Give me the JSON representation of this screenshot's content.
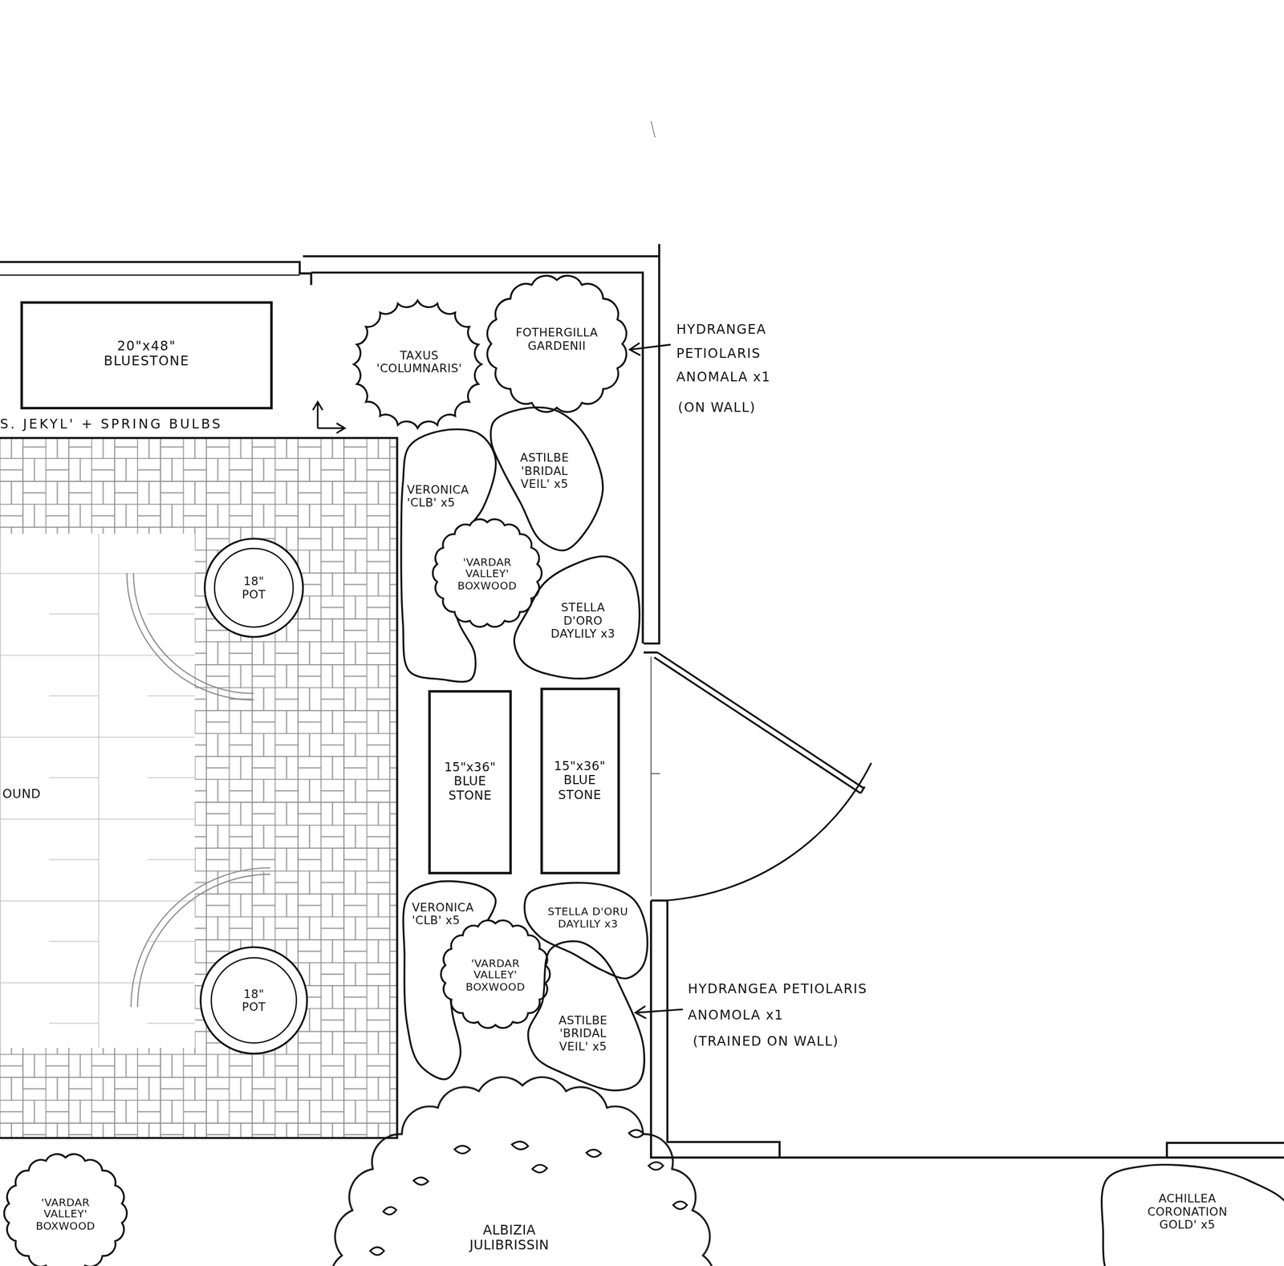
{
  "diagram": {
    "nodes": [
      {
        "text": [
          "20\"x48\" BLUESTONE"
        ]
      },
      {
        "text": [
          "TAXUS 'COLUMNARIS'"
        ]
      },
      {
        "text": [
          "FOTHERGILLA GARDENII"
        ]
      },
      {
        "text": [
          "OUND"
        ]
      },
      {
        "text": [
          "18\" POT"
        ],
        "in": 3
      },
      {
        "text": [
          "18\" POT"
        ],
        "in": 3
      },
      {
        "text": [
          "ASTILBE 'BRIDAL VEIL' x5"
        ]
      },
      {
        "text": [
          "VERONICA 'CLB' x5"
        ]
      },
      {
        "text": [
          "'VARDAR VALLEY' BOXWOOD"
        ]
      },
      {
        "text": [
          "STELLA D'ORO DAYLILY x3"
        ]
      },
      {
        "text": [
          "15\"x36\" BLUE STONE"
        ]
      },
      {
        "text": [
          "15\"x36\" BLUE STONE"
        ]
      },
      {
        "text": [
          "VERONICA 'CLB' x5"
        ]
      },
      {
        "text": [
          "STELLA D'ORU DAYLILY x3"
        ]
      },
      {
        "text": [
          "'VARDAR VALLEY' BOXWOOD"
        ]
      },
      {
        "text": [
          "ASTILBE 'BRIDAL VEIL' x5"
        ]
      },
      {
        "text": [
          "'VARDAR VALLEY' BOXWOOD"
        ]
      },
      {
        "text": [
          "ALBIZIA JULIBRISSIN"
        ]
      },
      {
        "text": [
          "ACHILLEA CORONATION GOLD' x5"
        ]
      }
    ],
    "labels": [
      "S. JEKYL' + SPRING BULBS",
      "HYDRANGEA PETIOLARIS ANOMALA x1",
      "(ON WALL)",
      "HYDRANGEA PETIOLARIS ANOMOLA x1",
      "(TRAINED ON WALL)"
    ]
  }
}
